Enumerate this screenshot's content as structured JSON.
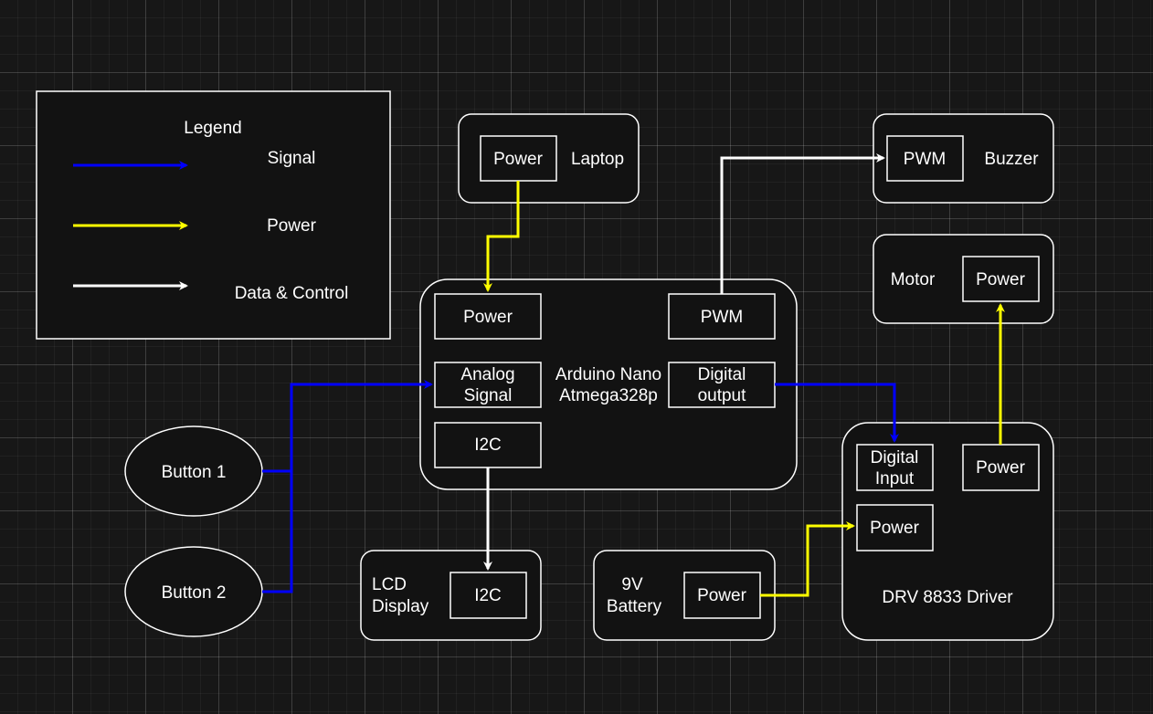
{
  "legend": {
    "title": "Legend",
    "items": [
      {
        "label": "Signal",
        "color": "#0000ff"
      },
      {
        "label": "Power",
        "color": "#ffff00"
      },
      {
        "label": "Data & Control",
        "color": "#ffffff"
      }
    ]
  },
  "colors": {
    "signal": "#0000ff",
    "power": "#ffff00",
    "data": "#ffffff",
    "stroke": "#ffffff"
  },
  "laptop": {
    "name": "Laptop",
    "power": "Power"
  },
  "arduino": {
    "name_line1": "Arduino Nano",
    "name_line2": "Atmega328p",
    "power": "Power",
    "pwm": "PWM",
    "analog_line1": "Analog",
    "analog_line2": "Signal",
    "digital_line1": "Digital",
    "digital_line2": "output",
    "i2c": "I2C"
  },
  "buzzer": {
    "name": "Buzzer",
    "pwm": "PWM"
  },
  "motor": {
    "name": "Motor",
    "power": "Power"
  },
  "driver": {
    "name": "DRV 8833 Driver",
    "digital_line1": "Digital",
    "digital_line2": "Input",
    "power_out": "Power",
    "power_in": "Power"
  },
  "lcd": {
    "name_line1": "LCD",
    "name_line2": "Display",
    "i2c": "I2C"
  },
  "battery": {
    "name_line1": "9V",
    "name_line2": "Battery",
    "power": "Power"
  },
  "buttons": [
    {
      "label": "Button 1"
    },
    {
      "label": "Button 2"
    }
  ]
}
